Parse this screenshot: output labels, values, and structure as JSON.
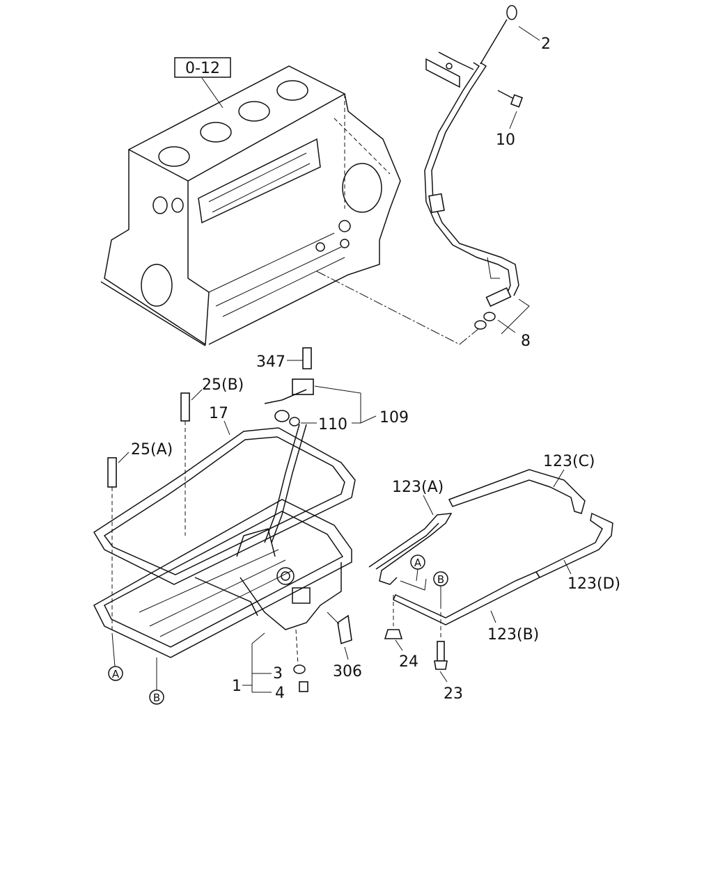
{
  "labels": {
    "ref_box": "0-12",
    "p2": "2",
    "p10": "10",
    "p8": "8",
    "p347": "347",
    "p25b": "25(B)",
    "p17": "17",
    "p109": "109",
    "p110": "110",
    "p25a": "25(A)",
    "p123a": "123(A)",
    "p123c": "123(C)",
    "p123d": "123(D)",
    "p123b": "123(B)",
    "p24": "24",
    "p23": "23",
    "p3": "3",
    "p4": "4",
    "p1": "1",
    "p306": "306",
    "circA1": "A",
    "circB1": "B",
    "circA2": "A",
    "circB2": "B"
  }
}
